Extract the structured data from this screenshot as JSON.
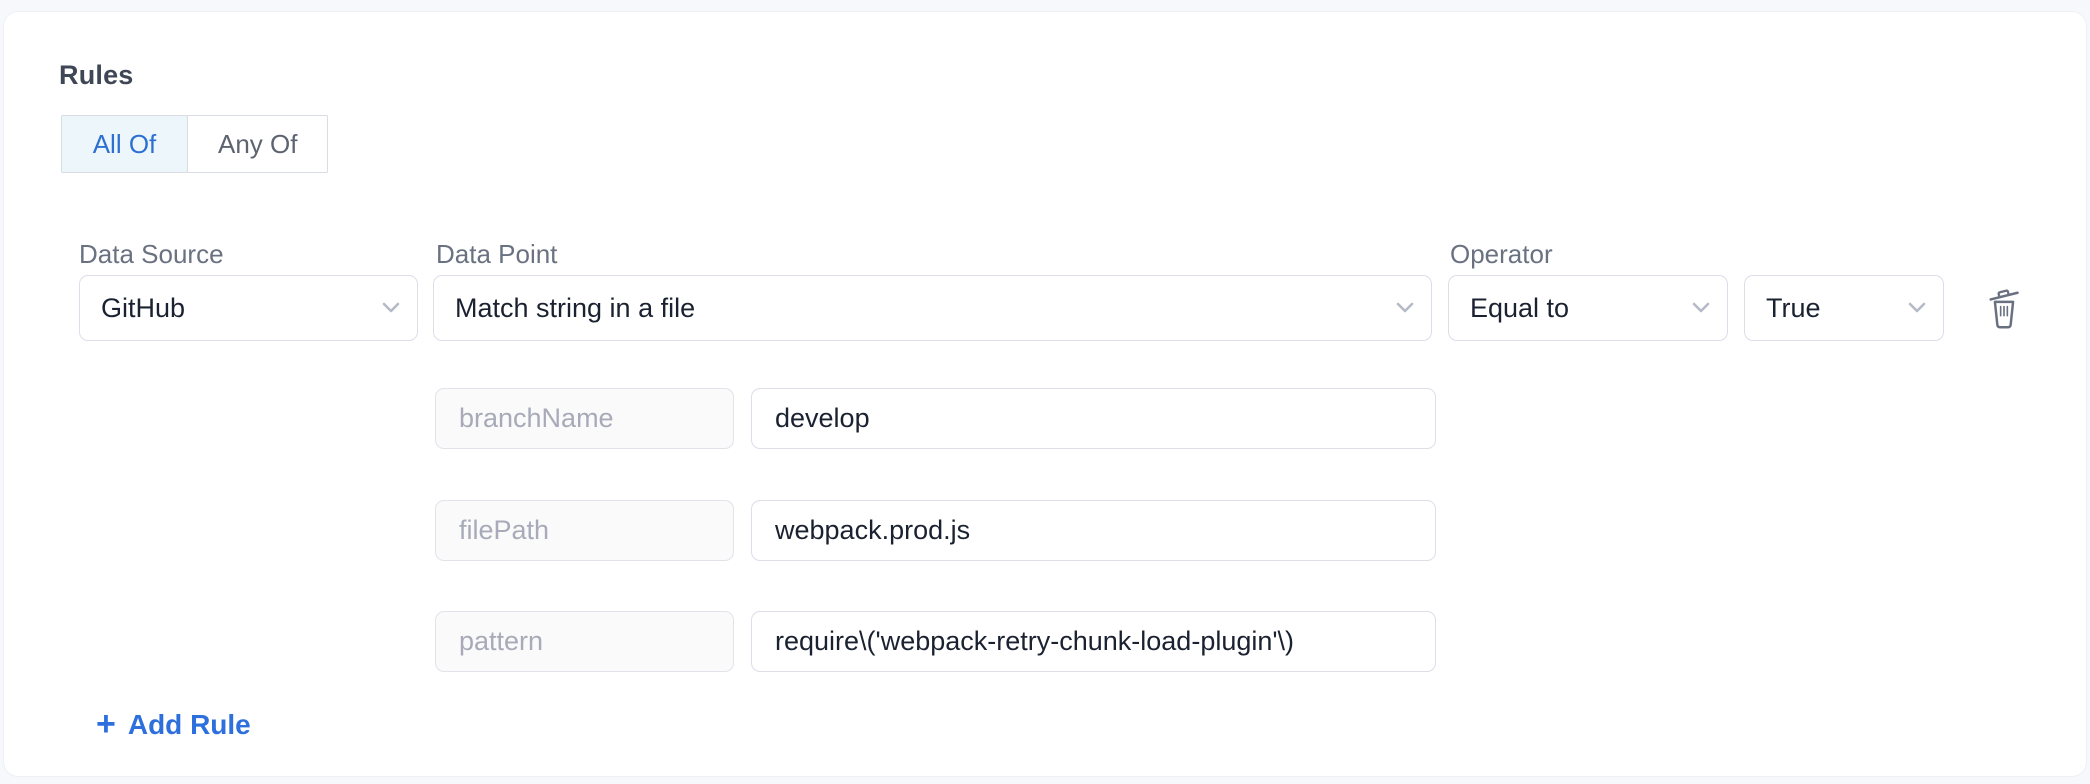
{
  "page": {
    "background_color": "#f6f8fb",
    "card_color": "#ffffff"
  },
  "rules": {
    "title": "Rules",
    "match_toggle": {
      "options": [
        {
          "label": "All Of",
          "selected": true
        },
        {
          "label": "Any Of",
          "selected": false
        }
      ]
    },
    "rule": {
      "data_source": {
        "label": "Data Source",
        "value": "GitHub"
      },
      "data_point": {
        "label": "Data Point",
        "value": "Match string in a file"
      },
      "operator": {
        "label": "Operator",
        "value": "Equal to"
      },
      "expected_value": {
        "value": "True"
      },
      "parameters": [
        {
          "name": "branchName",
          "value": "develop"
        },
        {
          "name": "filePath",
          "value": "webpack.prod.js"
        },
        {
          "name": "pattern",
          "value": "require\\('webpack-retry-chunk-load-plugin'\\)"
        }
      ]
    },
    "add_rule": {
      "plus": "+",
      "label": "Add Rule"
    }
  },
  "colors": {
    "accent_blue": "#2d70d2",
    "selected_segment_bg": "#edf7fb",
    "label_gray": "#6a7281",
    "placeholder_gray": "#a8aab8",
    "text_dark": "#1a2130",
    "border_gray": "#dcdee8",
    "icon_slate": "#697080"
  }
}
